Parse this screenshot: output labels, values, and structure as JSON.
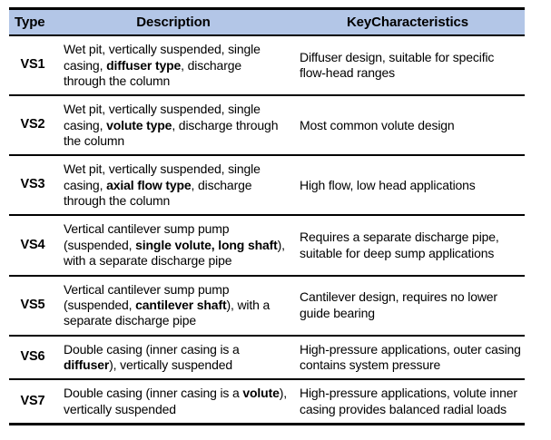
{
  "table": {
    "headers": {
      "type": "Type",
      "description": "Description",
      "key_characteristics": "KeyCharacteristics"
    },
    "header_background": "#b3c6e7",
    "text_color": "#000000",
    "border_color": "#000000",
    "rows": [
      {
        "type": "VS1",
        "description_parts": [
          {
            "text": "Wet pit, vertically suspended, single casing, ",
            "bold": false
          },
          {
            "text": "diffuser type",
            "bold": true
          },
          {
            "text": ", discharge through the column",
            "bold": false
          }
        ],
        "description_plain": "Wet pit, vertically suspended, single casing, diffuser type, discharge through the column",
        "key_characteristics": "Diffuser design, suitable for specific flow-head ranges"
      },
      {
        "type": "VS2",
        "description_parts": [
          {
            "text": "Wet pit, vertically suspended, single casing, ",
            "bold": false
          },
          {
            "text": "volute type",
            "bold": true
          },
          {
            "text": ", discharge through the column",
            "bold": false
          }
        ],
        "description_plain": "Wet pit, vertically suspended, single casing, volute type, discharge through the column",
        "key_characteristics": "Most common volute design"
      },
      {
        "type": "VS3",
        "description_parts": [
          {
            "text": "Wet pit, vertically suspended, single casing, ",
            "bold": false
          },
          {
            "text": "axial flow type",
            "bold": true
          },
          {
            "text": ", discharge through the column",
            "bold": false
          }
        ],
        "description_plain": "Wet pit, vertically suspended, single casing, axial flow type, discharge through the column",
        "key_characteristics": "High flow, low head applications"
      },
      {
        "type": "VS4",
        "description_parts": [
          {
            "text": "Vertical cantilever sump pump (suspended, ",
            "bold": false
          },
          {
            "text": "single volute, long shaft",
            "bold": true
          },
          {
            "text": "), with a separate discharge pipe",
            "bold": false
          }
        ],
        "description_plain": "Vertical cantilever sump pump (suspended, single volute, long shaft), with a separate discharge pipe",
        "key_characteristics": "Requires a separate discharge pipe, suitable for deep sump applications"
      },
      {
        "type": "VS5",
        "description_parts": [
          {
            "text": "Vertical cantilever sump pump (suspended, ",
            "bold": false
          },
          {
            "text": "cantilever shaft",
            "bold": true
          },
          {
            "text": "), with a separate discharge pipe",
            "bold": false
          }
        ],
        "description_plain": "Vertical cantilever sump pump (suspended, cantilever shaft), with a separate discharge pipe",
        "key_characteristics": "Cantilever design, requires no lower guide bearing"
      },
      {
        "type": "VS6",
        "description_parts": [
          {
            "text": "Double casing (inner casing is a ",
            "bold": false
          },
          {
            "text": "diffuser",
            "bold": true
          },
          {
            "text": "), vertically suspended",
            "bold": false
          }
        ],
        "description_plain": "Double casing (inner casing is a diffuser), vertically suspended",
        "key_characteristics": "High-pressure applications, outer casing contains system pressure"
      },
      {
        "type": "VS7",
        "description_parts": [
          {
            "text": "Double casing (inner casing is a ",
            "bold": false
          },
          {
            "text": "volute",
            "bold": true
          },
          {
            "text": "), vertically suspended",
            "bold": false
          }
        ],
        "description_plain": "Double casing (inner casing is a volute), vertically suspended",
        "key_characteristics": "High-pressure applications, volute inner casing provides balanced radial loads"
      }
    ]
  }
}
